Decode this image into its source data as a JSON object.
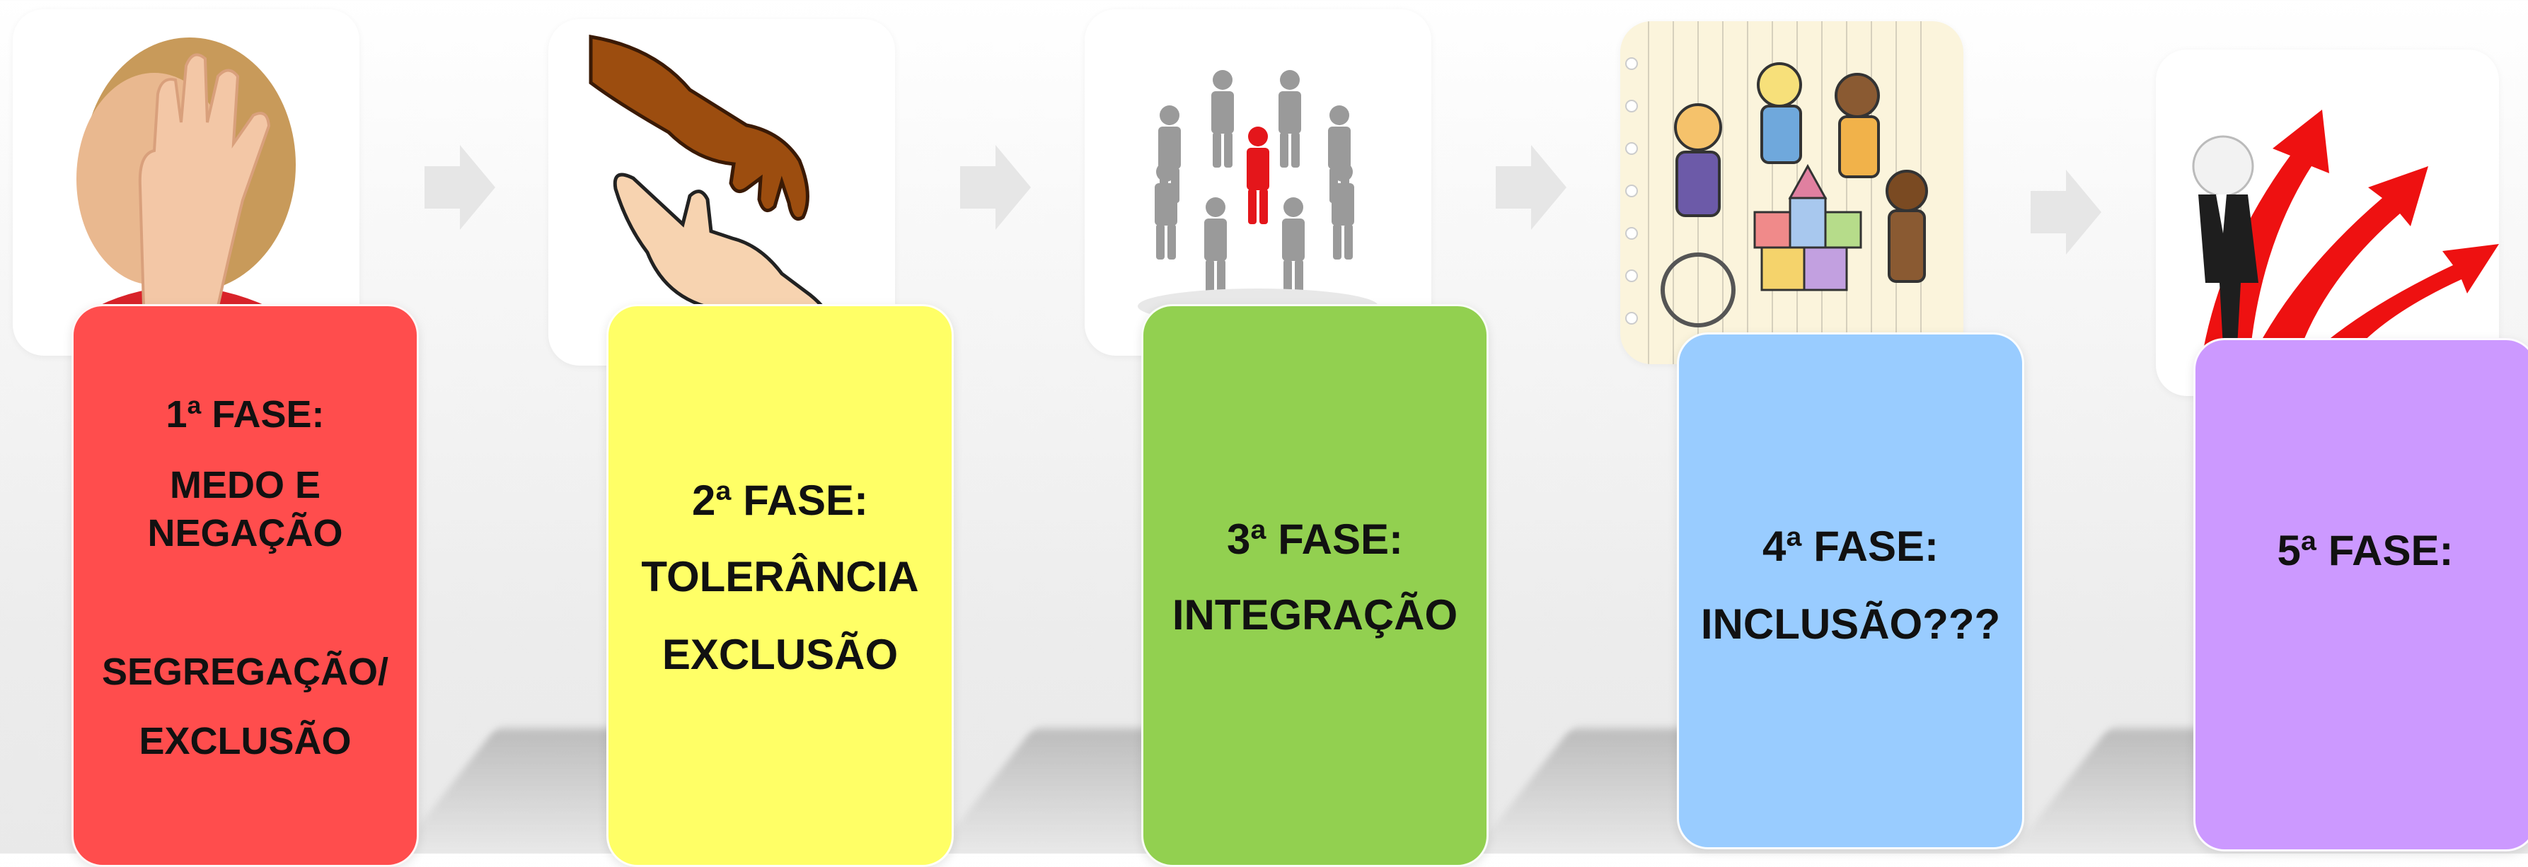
{
  "phases": [
    {
      "title": "1ª FASE:",
      "line1": "MEDO E",
      "line2": "NEGAÇÃO",
      "line3": "SEGREGAÇÃO/",
      "line4": "EXCLUSÃO",
      "color": "#ff4d4d"
    },
    {
      "title": "2ª FASE:",
      "line1": "TOLERÂNCIA",
      "line2": "EXCLUSÃO",
      "color": "#ffff66"
    },
    {
      "title": "3ª FASE:",
      "line1": "INTEGRAÇÃO",
      "color": "#92d050"
    },
    {
      "title": "4ª FASE:",
      "line1": "INCLUSÃO???",
      "color": "#99ccff"
    },
    {
      "title": "5ª FASE:",
      "color": "#cc99ff"
    }
  ],
  "images": [
    {
      "icon": "child-covering-face-icon"
    },
    {
      "icon": "reaching-hands-icon"
    },
    {
      "icon": "people-circle-icon"
    },
    {
      "icon": "children-playing-drawing-icon"
    },
    {
      "icon": "figure-red-arrows-icon"
    }
  ],
  "arrow_color": "#e6e6e6"
}
